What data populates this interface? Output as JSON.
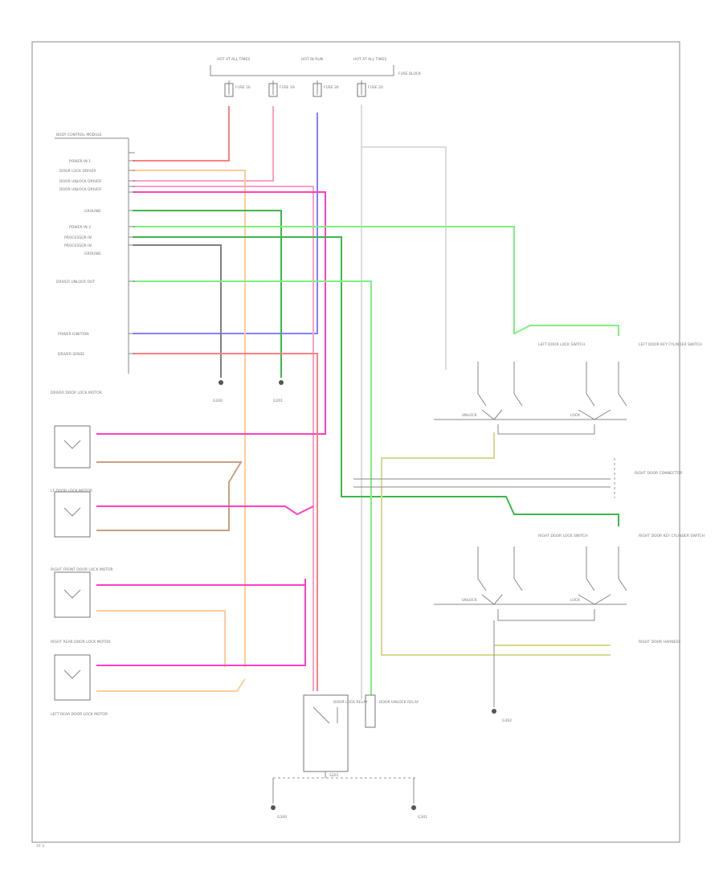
{
  "colors": {
    "red": "#ff8080",
    "pink": "#ff40c0",
    "lightpink": "#ff9fc8",
    "green": "#7ff07f",
    "darkgreen": "#3cb84a",
    "blue": "#8080ff",
    "orange": "#ffcc99",
    "brown": "#c8a080",
    "tan": "#d8d890",
    "gray": "#808080"
  },
  "labels": {
    "hot_at_all_times": "HOT AT ALL TIMES",
    "hot_in_run": "HOT IN RUN",
    "hot_at_all_times_2": "HOT AT ALL TIMES",
    "fuse_block": "FUSE BLOCK",
    "fuse_1": "FUSE 16",
    "fuse_2": "FUSE 19",
    "fuse_3": "FUSE 26",
    "fuse_4": "FUSE 20",
    "module_header": "BODY CONTROL MODULE",
    "pin_1": "POWER IN 1",
    "pin_2": "DOOR LOCK DRIVER",
    "pin_3": "DOOR UNLOCK DRIVER",
    "pin_4": "DOOR UNLOCK DRIVER",
    "pin_5": "GROUND",
    "pin_6": "POWER IN 2",
    "pin_7": "PROCESSOR IN",
    "pin_8": "PROCESSOR IN",
    "pin_9": "GROUND",
    "pin_10": "DRIVER UNLOCK OUT",
    "pin_11": "POWER IGNITION",
    "pin_12": "DRIVER SENSE",
    "ground_g200": "G200",
    "ground_g201": "G201",
    "motor_header": "DRIVER DOOR LOCK MOTOR",
    "lf_motor": "LF DOOR LOCK MOTOR",
    "rf_motor": "RIGHT FRONT DOOR LOCK MOTOR",
    "rr_motor": "RIGHT REAR DOOR LOCK MOTOR",
    "lr_motor": "LEFT REAR DOOR LOCK MOTOR",
    "lf_lock_switch": "LEFT DOOR LOCK SWITCH",
    "lf_key_switch": "LEFT DOOR KEY CYLINDER SWITCH",
    "rf_lock_switch": "RIGHT DOOR LOCK SWITCH",
    "rf_key_switch": "RIGHT DOOR KEY CYLINDER SWITCH",
    "right_door_connector": "RIGHT DOOR CONNECTOR",
    "right_door_harness": "RIGHT DOOR HARNESS",
    "lock_relay": "DOOR LOCK RELAY",
    "unlock_relay": "DOOR UNLOCK RELAY",
    "switch_unlock": "UNLOCK",
    "switch_lock": "LOCK",
    "ground_g300": "G300",
    "ground_g301": "G301",
    "ground_g302": "G302",
    "splice": "S201",
    "footer": "37 3"
  }
}
